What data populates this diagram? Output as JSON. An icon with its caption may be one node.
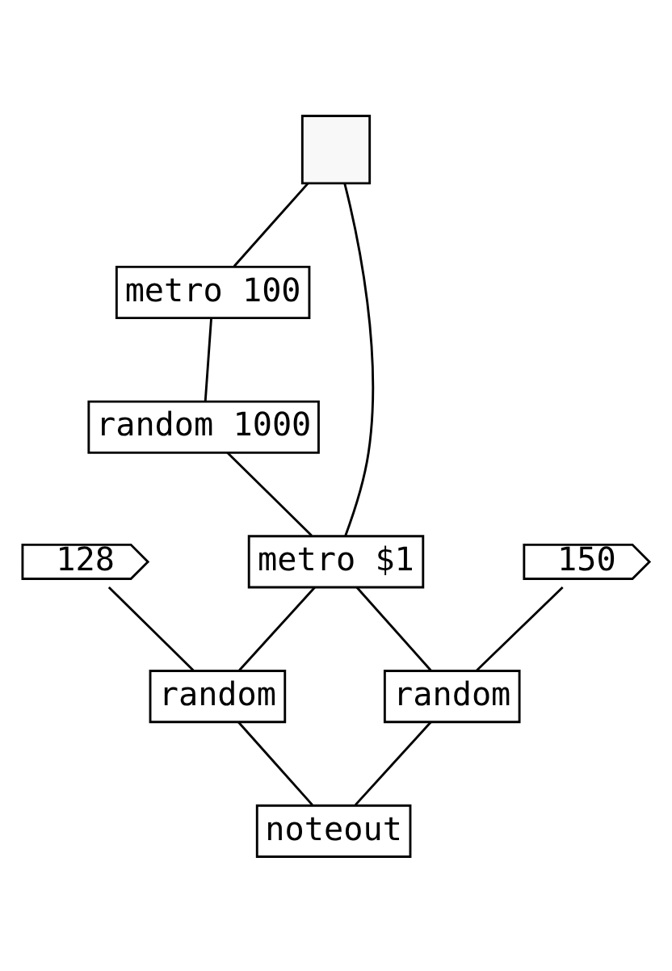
{
  "diagram": {
    "nodes": [
      {
        "text": [],
        "shape": "box"
      },
      {
        "text": [
          "metro 100"
        ]
      },
      {
        "text": [
          "random 1000"
        ]
      },
      {
        "text": [
          "metro $1"
        ]
      },
      {
        "text": [
          "128"
        ]
      },
      {
        "text": [
          "150"
        ]
      },
      {
        "text": [
          "random"
        ]
      },
      {
        "text": [
          "random"
        ]
      },
      {
        "text": [
          "noteout"
        ]
      }
    ],
    "edges": [
      {
        "from": 0,
        "to": 3,
        "arrow": "none"
      },
      {
        "from": 0,
        "to": 1,
        "arrow": "none"
      },
      {
        "from": 1,
        "to": 2,
        "arrow": "none"
      },
      {
        "from": 2,
        "to": 3,
        "arrow": "none"
      },
      {
        "from": 3,
        "to": 6,
        "arrow": "none"
      },
      {
        "from": 3,
        "to": 7,
        "arrow": "none"
      },
      {
        "from": 4,
        "to": 6,
        "arrow": "none"
      },
      {
        "from": 5,
        "to": 7,
        "arrow": "none"
      },
      {
        "from": 6,
        "to": 8,
        "arrow": "none"
      },
      {
        "from": 7,
        "to": 8,
        "arrow": "none"
      }
    ]
  }
}
